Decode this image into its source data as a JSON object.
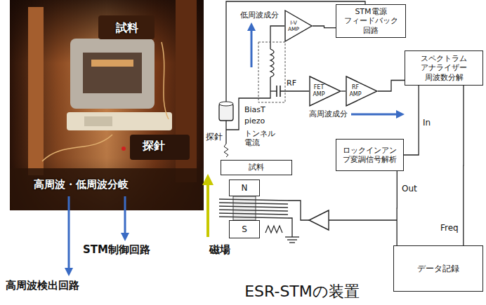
{
  "diagram": {
    "caption": "ESR-STMの装置",
    "nodes": [
      {
        "text": [
          "STM電源 フィードバック 回路"
        ]
      },
      {
        "text": [
          "I-V AMP"
        ]
      },
      {
        "text": [
          "FET AMP"
        ]
      },
      {
        "text": [
          "RF AMP"
        ]
      },
      {
        "text": [
          "スペクトラム アナライザー 周波数分解"
        ]
      },
      {
        "text": [
          "ロックインアン プ変調信号解析"
        ]
      },
      {
        "text": [
          "試料"
        ]
      },
      {
        "text": [
          "N"
        ]
      },
      {
        "text": [
          "S"
        ]
      },
      {
        "text": [
          "データ記録"
        ]
      }
    ],
    "edges": [
      {
        "from": 1,
        "to": 0,
        "arrow": "none"
      },
      {
        "from": 2,
        "to": 3,
        "arrow": "none"
      },
      {
        "from": 3,
        "to": 4,
        "arrow": "none"
      },
      {
        "from": 4,
        "to": 5,
        "label": "In",
        "arrow": "none"
      },
      {
        "from": 5,
        "to": 9,
        "label": "Out",
        "arrow": "none"
      },
      {
        "from": 4,
        "to": 9,
        "label": "Freq",
        "arrow": "none"
      }
    ],
    "labels": [
      "試料",
      "探針",
      "高周波・低周波分岐",
      "STM制御回路",
      "磁場",
      "高周波検出回路",
      "低周波成分",
      "RF",
      "高周波成分",
      "BiasT",
      "piezo",
      "探針",
      "トンネル 電流"
    ]
  }
}
